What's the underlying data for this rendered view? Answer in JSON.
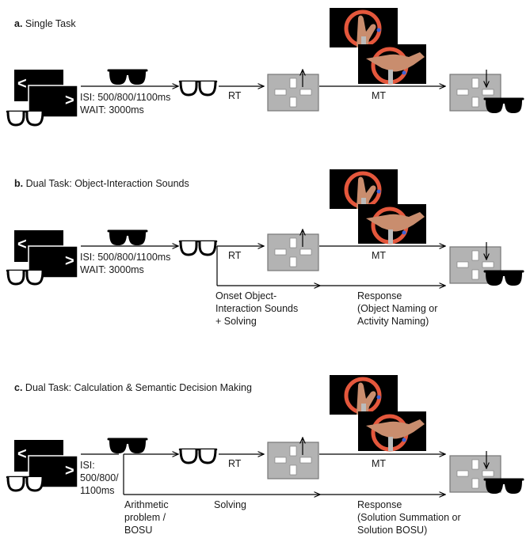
{
  "panels": {
    "a": {
      "letter": "a.",
      "title": "Single Task",
      "isi_line": "ISI: 500/800/1100ms",
      "wait_line": "WAIT: 3000ms",
      "rt": "RT",
      "mt": "MT"
    },
    "b": {
      "letter": "b.",
      "title": "Dual Task: Object-Interaction Sounds",
      "isi_line": "ISI: 500/800/1100ms",
      "wait_line": "WAIT: 3000ms",
      "rt": "RT",
      "mt": "MT",
      "onset": [
        "Onset Object-",
        "Interaction Sounds",
        "+ Solving"
      ],
      "response": [
        "Response",
        "(Object Naming or",
        "Activity Naming)"
      ]
    },
    "c": {
      "letter": "c.",
      "title": "Dual Task: Calculation & Semantic Decision Making",
      "isi": [
        "ISI:",
        "500/800/",
        "1100ms"
      ],
      "rt": "RT",
      "mt": "MT",
      "problem": [
        "Arithmetic",
        "problem /",
        "BOSU"
      ],
      "solving": "Solving",
      "response": [
        "Response",
        "(Solution Summation or",
        "Solution BOSU)"
      ]
    }
  },
  "symbols": {
    "left_chevron": "<",
    "right_chevron": ">"
  },
  "colors": {
    "screen": "#000000",
    "device": "#b3b3b3",
    "ring": "#e4573c",
    "hand": "#c98d6e"
  },
  "icons": [
    "closed-glasses-icon",
    "open-glasses-icon",
    "device-up-arrow-icon",
    "device-down-arrow-icon"
  ]
}
